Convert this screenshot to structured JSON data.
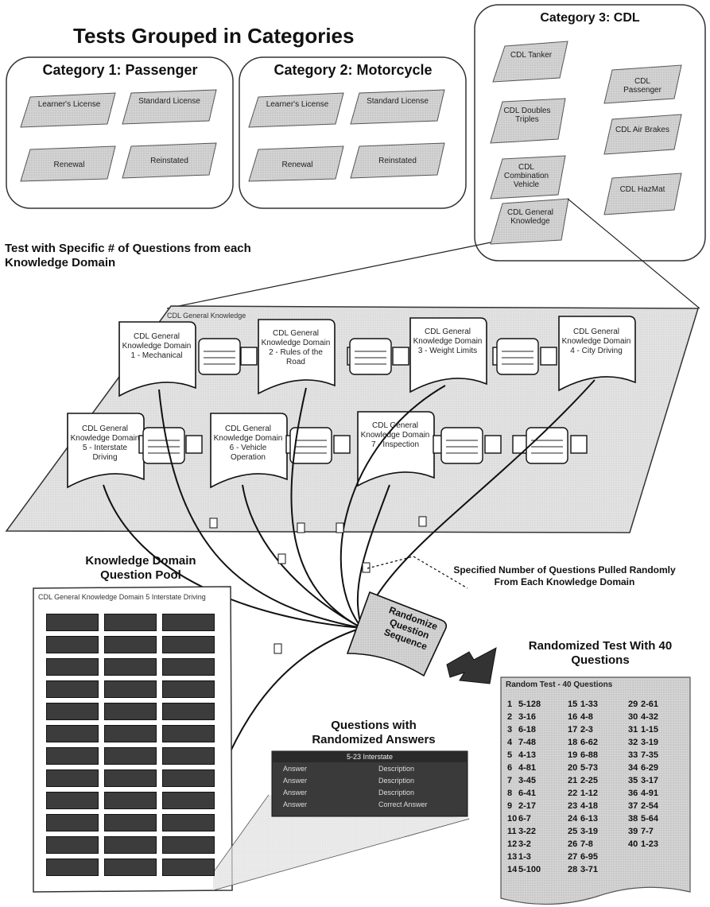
{
  "main_title": "Tests Grouped in Categories",
  "categories": [
    {
      "title": "Category 1: Passenger",
      "items": [
        "Learner's License",
        "Standard License",
        "Renewal",
        "Reinstated"
      ]
    },
    {
      "title": "Category 2: Motorcycle",
      "items": [
        "Learner's License",
        "Standard License",
        "Renewal",
        "Reinstated"
      ]
    },
    {
      "title": "Category 3: CDL",
      "items": [
        "CDL Tanker",
        "CDL Passenger",
        "CDL Doubles Triples",
        "CDL Air Brakes",
        "CDL Combination Vehicle",
        "CDL HazMat",
        "CDL General Knowledge"
      ]
    }
  ],
  "specific_heading": "Test with Specific # of Questions from each Knowledge Domain",
  "gk_panel_label": "CDL General Knowledge",
  "domains": [
    "CDL General Knowledge Domain 1 - Mechanical",
    "CDL General Knowledge Domain 2 - Rules of the Road",
    "CDL General Knowledge Domain 3 - Weight Limits",
    "CDL General Knowledge Domain 4 - City Driving",
    "CDL General Knowledge Domain 5 - Interstate Driving",
    "CDL General Knowledge Domain 6 - Vehicle Operation",
    "CDL General Knowledge Domain 7 - Inspection"
  ],
  "pool_heading": "Knowledge Domain Question Pool",
  "pool_label": "CDL General Knowledge Domain 5 Interstate Driving",
  "randomize_label": "Randomize Question Sequence",
  "specified_note": "Specified Number of Questions Pulled Randomly From Each Knowledge Domain",
  "randomized_heading": "Randomized Test With 40 Questions",
  "random_test_title": "Random Test - 40 Questions",
  "random_test_rows": [
    [
      "1",
      "5-128",
      "15",
      "1-33",
      "29",
      "2-61"
    ],
    [
      "2",
      "3-16",
      "16",
      "4-8",
      "30",
      "4-32"
    ],
    [
      "3",
      "6-18",
      "17",
      "2-3",
      "31",
      "1-15"
    ],
    [
      "4",
      "7-48",
      "18",
      "6-62",
      "32",
      "3-19"
    ],
    [
      "5",
      "4-13",
      "19",
      "6-88",
      "33",
      "7-35"
    ],
    [
      "6",
      "4-81",
      "20",
      "5-73",
      "34",
      "6-29"
    ],
    [
      "7",
      "3-45",
      "21",
      "2-25",
      "35",
      "3-17"
    ],
    [
      "8",
      "6-41",
      "22",
      "1-12",
      "36",
      "4-91"
    ],
    [
      "9",
      "2-17",
      "23",
      "4-18",
      "37",
      "2-54"
    ],
    [
      "10",
      "6-7",
      "24",
      "6-13",
      "38",
      "5-64"
    ],
    [
      "11",
      "3-22",
      "25",
      "3-19",
      "39",
      "7-7"
    ],
    [
      "12",
      "3-2",
      "26",
      "7-8",
      "40",
      "1-23"
    ],
    [
      "13",
      "1-3",
      "27",
      "6-95",
      "",
      ""
    ],
    [
      "14",
      "5-100",
      "28",
      "3-71",
      "",
      ""
    ]
  ],
  "answers_heading": "Questions with Randomized Answers",
  "answers_title": "5-23 Interstate",
  "answer_rows": [
    [
      "Answer",
      "Description"
    ],
    [
      "Answer",
      "Description"
    ],
    [
      "Answer",
      "Description"
    ],
    [
      "Answer",
      "Correct Answer"
    ]
  ],
  "colors": {
    "accent": "#111111",
    "paper": "#cfcfcf"
  }
}
